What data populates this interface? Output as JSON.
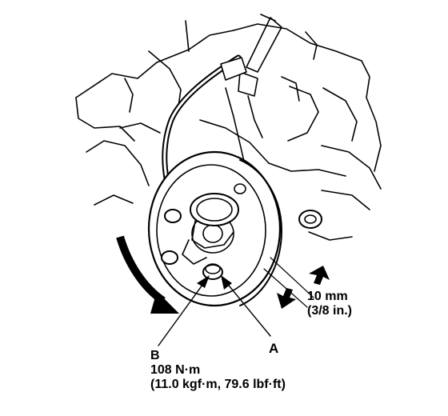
{
  "callouts": {
    "a": {
      "letter": "A"
    },
    "b": {
      "letter": "B",
      "torque_metric": "108 N·m",
      "torque_other": "(11.0 kgf·m, 79.6 lbf·ft)"
    },
    "dimension": {
      "metric": "10 mm",
      "imperial": "(3/8 in.)"
    }
  },
  "icons": {
    "rotation": "rotation-arrow-icon",
    "direction": "direction-arrows-icon"
  },
  "colors": {
    "ink": "#000000",
    "paper": "#ffffff"
  }
}
